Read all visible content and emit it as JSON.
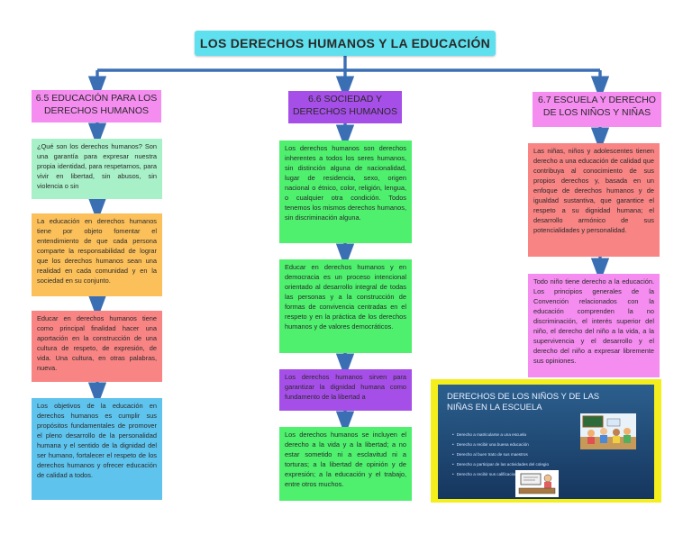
{
  "title": "LOS DERECHOS HUMANOS Y LA EDUCACIÓN",
  "columns": [
    {
      "header": "6.5 EDUCACIÓN PARA LOS DERECHOS HUMANOS",
      "boxes": [
        "¿Qué son los derechos humanos? Son una garantía para expresar nuestra propia identidad, para respetarnos, para vivir en libertad, sin abusos, sin violencia o sin",
        "La educación en derechos humanos tiene por objeto fomentar el entendimiento de que cada persona comparte la responsabilidad de lograr que los derechos humanos sean una realidad en cada comunidad y en la sociedad en su conjunto.",
        "Educar en derechos humanos tiene como principal finalidad hacer una aportación en la construcción de una cultura de respeto, de expresión, de vida. Una cultura, en otras palabras, nueva.",
        "Los objetivos de la educación en derechos humanos es cumplir sus propósitos fundamentales de promover el pleno desarrollo de la personalidad humana y el sentido de la dignidad del ser humano, fortalecer el respeto de los derechos humanos y ofrecer educación de calidad a todos."
      ]
    },
    {
      "header": "6.6 SOCIEDAD Y DERECHOS HUMANOS",
      "boxes": [
        "Los derechos humanos son derechos inherentes a todos los seres humanos, sin distinción alguna de nacionalidad, lugar de residencia, sexo, origen nacional o étnico, color, religión, lengua, o cualquier otra condición. Todos tenemos los mismos derechos humanos, sin discriminación alguna.",
        "Educar en derechos humanos y en democracia es un proceso intencional orientado al desarrollo integral de todas las personas y a la construcción de formas de convivencia centradas en el respeto y en la práctica de los derechos humanos y de valores democráticos.",
        "Los derechos humanos sirven para garantizar la dignidad humana como fundamento de la libertad a",
        "Los derechos humanos se incluyen el derecho a la vida y a la libertad; a no estar sometido ni a esclavitud ni a torturas; a la libertad de opinión y de expresión; a la educación y el trabajo, entre otros muchos."
      ]
    },
    {
      "header": "6.7 ESCUELA Y DERECHO DE LOS NIÑOS Y NIÑAS",
      "boxes": [
        "Las niñas, niños y adolescentes tienen derecho a una educación de calidad que contribuya al conocimiento de sus propios derechos y, basada en un enfoque de derechos humanos y de igualdad sustantiva, que garantice el respeto a su dignidad humana; el desarrollo armónico de sus potencialidades y personalidad.",
        "Todo niño tiene derecho a la educación. Los principios generales de la Convención relacionados con la educación comprenden la no discriminación, el interés superior del niño, el derecho del niño a la vida, a la supervivencia y el desarrollo y el derecho del niño a expresar libremente sus opiniones."
      ]
    }
  ],
  "slide": {
    "title": "DERECHOS DE LOS NIÑOS Y DE LAS NIÑAS EN LA ESCUELA",
    "bullets": [
      "Derecho a matricularse a una escuela",
      "Derecho a recibir una buena educación",
      "Derecho al buen trato de sus maestros",
      "Derecho a participar de las actividades del colegio",
      "Derecho a recibir sus calificaciones"
    ]
  },
  "colors": {
    "title_bg": "#5ee0ee",
    "pink": "#f58cf0",
    "purple": "#a64ee8",
    "green": "#4ef06e",
    "orange": "#fcc05a",
    "salmon": "#f88484",
    "sky": "#5ec4ee",
    "mint": "#a8f0c8",
    "arrow": "#3b6fb4"
  }
}
